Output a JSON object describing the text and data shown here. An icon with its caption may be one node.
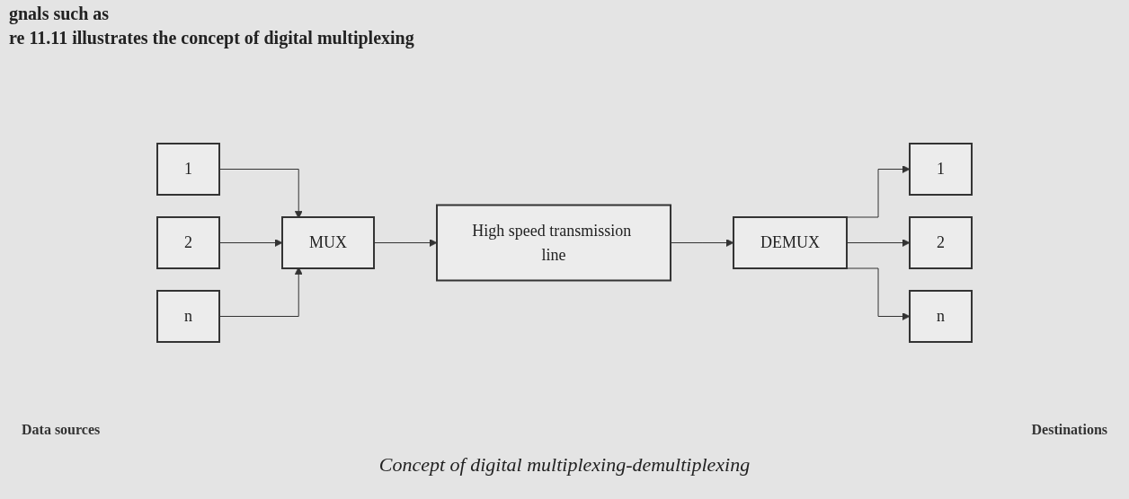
{
  "diagram": {
    "caption": "Concept of digital multiplexing-demultiplexing",
    "nodes": [
      {
        "text": [
          "1"
        ]
      },
      {
        "text": [
          "2"
        ]
      },
      {
        "text": [
          "n"
        ]
      },
      {
        "text": [
          "MUX"
        ]
      },
      {
        "text": [
          "High speed transmission line"
        ]
      },
      {
        "text": [
          "DEMUX"
        ]
      },
      {
        "text": [
          "1"
        ]
      },
      {
        "text": [
          "2"
        ]
      },
      {
        "text": [
          "n"
        ]
      }
    ],
    "edges": [
      {
        "from": 0,
        "to": 3,
        "arrow": "to"
      },
      {
        "from": 1,
        "to": 3,
        "arrow": "to"
      },
      {
        "from": 2,
        "to": 3,
        "arrow": "to"
      },
      {
        "from": 3,
        "to": 4,
        "arrow": "to"
      },
      {
        "from": 4,
        "to": 5,
        "arrow": "to"
      },
      {
        "from": 5,
        "to": 6,
        "arrow": "to"
      },
      {
        "from": 5,
        "to": 7,
        "arrow": "to"
      },
      {
        "from": 5,
        "to": 8,
        "arrow": "to"
      }
    ],
    "labels": [
      "gnals such as",
      "re 11.11 illustrates the concept of digital multiplexing",
      "Data sources",
      "Destinations"
    ]
  }
}
